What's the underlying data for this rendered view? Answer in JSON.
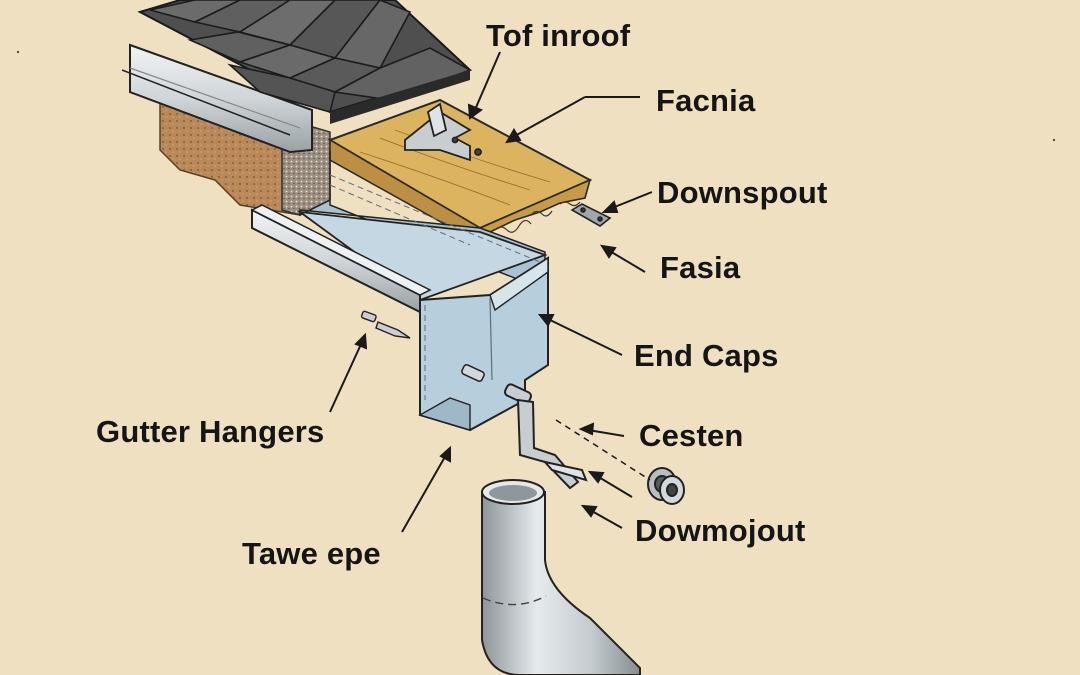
{
  "colors": {
    "background": "#efe0c2",
    "shingle": "#5b5b5b",
    "metal": "#b9cfdc",
    "wood": "#d9b25c",
    "line": "#1a1a1a"
  },
  "labels": {
    "tof_inroof": "Tof inroof",
    "facnia": "Facnia",
    "downspout": "Downspout",
    "fasia": "Fasia",
    "end_caps": "End Caps",
    "gutter_hangers": "Gutter Hangers",
    "cesten": "Cesten",
    "dowmojout": "Dowmojout",
    "tawe_epe": "Tawe epe"
  }
}
